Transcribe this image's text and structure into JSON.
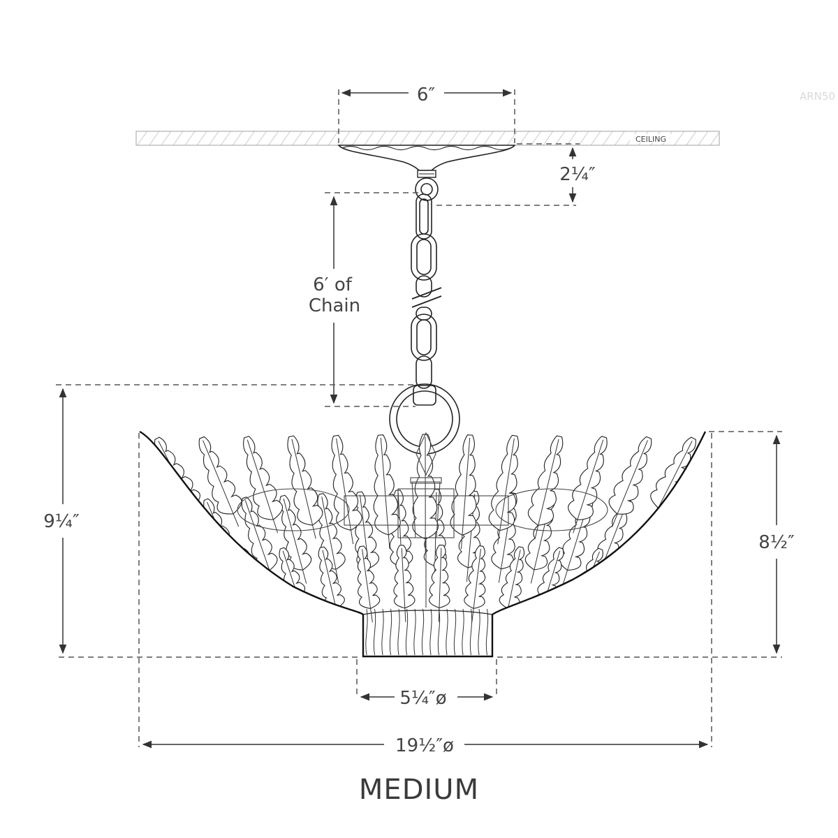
{
  "watermark": "ARN50",
  "ceiling_label": "CEILING",
  "dimensions": {
    "canopy_width": "6″",
    "canopy_height": "2¼″",
    "chain_line1": "6′ of",
    "chain_line2": "Chain",
    "overall_height": "9¼″",
    "bowl_height": "8½″",
    "base_diameter": "5¼″ø",
    "bowl_diameter": "19½″ø"
  },
  "size_label": "MEDIUM"
}
